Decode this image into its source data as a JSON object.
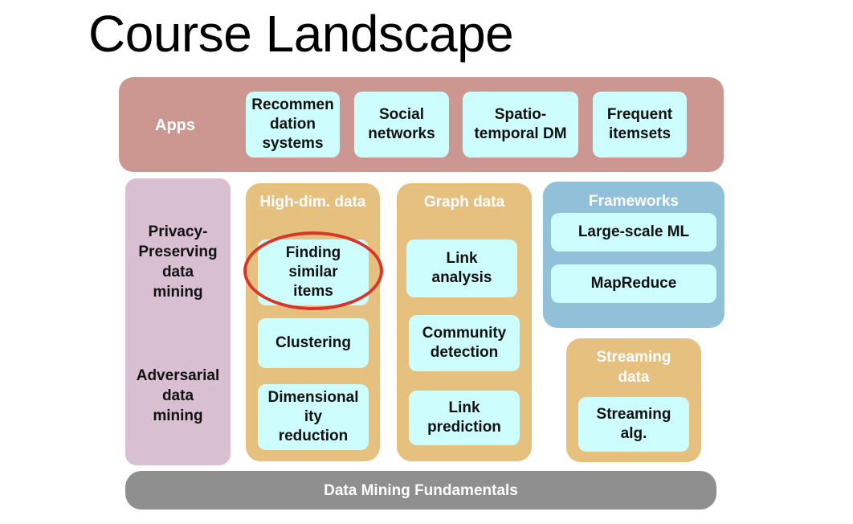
{
  "title": "Course Landscape",
  "apps": {
    "label": "Apps",
    "items": [
      "Recommen\ndation\nsystems",
      "Social\nnetworks",
      "Spatio-\ntemporal DM",
      "Frequent\nitemsets"
    ]
  },
  "privacy": {
    "items": [
      "Privacy-\nPreserving\ndata\nmining",
      "Adversarial\ndata\nmining"
    ]
  },
  "high_dim": {
    "label": "High-dim. data",
    "items": [
      "Finding\nsimilar\nitems",
      "Clustering",
      "Dimensional\nity\nreduction"
    ]
  },
  "graph": {
    "label": "Graph data",
    "items": [
      "Link\nanalysis",
      "Community\ndetection",
      "Link\nprediction"
    ]
  },
  "frameworks": {
    "label": "Frameworks",
    "items": [
      "Large-scale ML",
      "MapReduce"
    ]
  },
  "streaming": {
    "label": "Streaming\ndata",
    "items": [
      "Streaming\nalg."
    ]
  },
  "fundamentals": {
    "label": "Data Mining Fundamentals"
  },
  "colors": {
    "apps_panel": "#cc9790",
    "privacy_panel": "#d8bfd1",
    "tan_panel": "#e5c07f",
    "frameworks_panel": "#90c1d9",
    "fundamentals_bar": "#8f8f8f",
    "box_fill": "#cdfdfd",
    "highlight_oval": "#d9362b"
  }
}
